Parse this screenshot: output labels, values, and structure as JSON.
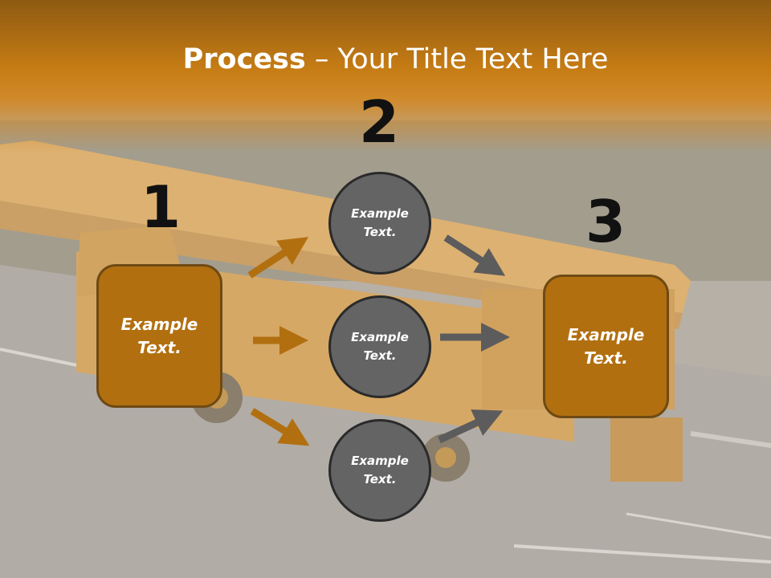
{
  "title": {
    "strong": "Process",
    "separator": " – ",
    "rest": "Your Title Text Here"
  },
  "steps": [
    {
      "number": "1",
      "text": "Example Text."
    },
    {
      "number": "2",
      "circles": [
        "Example Text.",
        "Example Text.",
        "Example Text."
      ]
    },
    {
      "number": "3",
      "text": "Example Text."
    }
  ],
  "colors": {
    "accent_orange": "#b26f10",
    "circle_gray": "#646464",
    "arrow_orange": "#b26f10",
    "arrow_gray": "#5c5c5c",
    "title_band": "#c67c14"
  }
}
